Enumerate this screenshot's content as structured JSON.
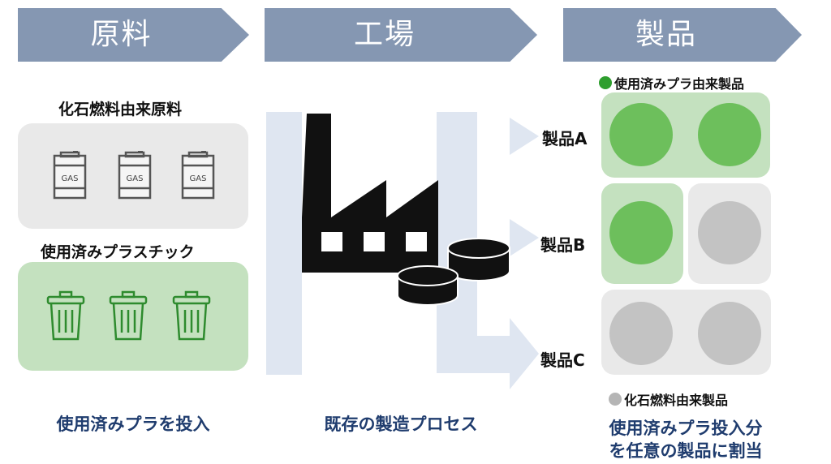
{
  "stages": {
    "raw": "原料",
    "factory": "工場",
    "product": "製品"
  },
  "raw_materials": {
    "fossil_label": "化石燃料由来原料",
    "fossil_item_text": "GAS",
    "plastic_label": "使用済みプラスチック"
  },
  "products": {
    "legend_recycled": "使用済みプラ由来製品",
    "legend_fossil": "化石燃料由来製品",
    "product_a": "製品A",
    "product_b": "製品B",
    "product_c": "製品C"
  },
  "captions": {
    "left": "使用済みプラを投入",
    "middle": "既存の製造プロセス",
    "right_line1": "使用済みプラ投入分",
    "right_line2": "を任意の製品に割当"
  },
  "colors": {
    "chevron": "#8597b2",
    "flow": "#dfe6f1",
    "recycled_green": "#6dbf5c",
    "fossil_gray": "#c3c3c3",
    "caption_blue": "#1f3c6e"
  }
}
